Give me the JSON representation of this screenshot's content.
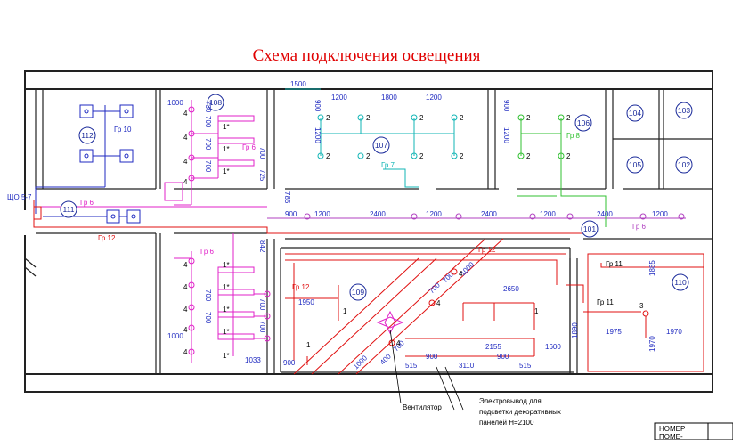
{
  "title": "Схема подключения освещения",
  "colors": {
    "blue": "#1f2ac0",
    "cyan": "#10b5b5",
    "green": "#30c030",
    "magenta": "#e020c8",
    "red": "#e01010",
    "purple": "#b040c0",
    "wall": "#222222"
  },
  "panel": {
    "label": "ЩО 5-7"
  },
  "rooms": [
    {
      "id": "room-112",
      "label": "112"
    },
    {
      "id": "room-108",
      "label": "108"
    },
    {
      "id": "room-107",
      "label": "107"
    },
    {
      "id": "room-106",
      "label": "106"
    },
    {
      "id": "room-104",
      "label": "104"
    },
    {
      "id": "room-103",
      "label": "103"
    },
    {
      "id": "room-105",
      "label": "105"
    },
    {
      "id": "room-102",
      "label": "102"
    },
    {
      "id": "room-111",
      "label": "111"
    },
    {
      "id": "room-101",
      "label": "101"
    },
    {
      "id": "room-109",
      "label": "109"
    },
    {
      "id": "room-110",
      "label": "110"
    }
  ],
  "groups": [
    {
      "id": "gr10",
      "label": "Гр 10"
    },
    {
      "id": "gr6-a",
      "label": "Гр 6"
    },
    {
      "id": "gr6-b",
      "label": "Гр 6"
    },
    {
      "id": "gr6-c",
      "label": "Гр 6"
    },
    {
      "id": "gr6-d",
      "label": "Гр 6"
    },
    {
      "id": "gr7",
      "label": "Гр 7"
    },
    {
      "id": "gr8",
      "label": "Гр 8"
    },
    {
      "id": "gr12-a",
      "label": "Гр 12"
    },
    {
      "id": "gr12-b",
      "label": "Гр 12"
    },
    {
      "id": "gr12-c",
      "label": "Гр 12"
    },
    {
      "id": "gr11-a",
      "label": "Гр 11"
    },
    {
      "id": "gr11-b",
      "label": "Гр 11"
    }
  ],
  "dimensions": {
    "d1000a": "1000",
    "d1000b": "1000",
    "d730": "730",
    "d700a": "700",
    "d700b": "700",
    "d700c": "700",
    "d700d": "700",
    "d700e": "700",
    "d700f": "700",
    "d700g": "700",
    "d700h": "700",
    "d725": "725",
    "d842": "842",
    "d785": "785",
    "d1500": "1500",
    "d1200a": "1200",
    "d1800": "1800",
    "d1200b": "1200",
    "d900a": "900",
    "d1200c": "1200",
    "d900b": "900",
    "d1200d": "1200",
    "d900c": "900",
    "d1200e": "1200",
    "d2400a": "2400",
    "d1200f": "1200",
    "d2400b": "2400",
    "d1200g": "1200",
    "d2400c": "2400",
    "d1200h": "1200",
    "d1950": "1950",
    "d2650": "2650",
    "d1885": "1885",
    "d1890": "1890",
    "d1975": "1975",
    "d1970a": "1970",
    "d1970b": "1970",
    "d1033": "1033",
    "d900d": "900",
    "d2155": "2155",
    "d1600": "1600",
    "d515a": "515",
    "d900e": "900",
    "d3110": "3110",
    "d900f": "900",
    "d515b": "515",
    "d1000c": "1000",
    "d700i": "700",
    "d400": "400",
    "d700j": "700",
    "d700k": "700",
    "d1000d": "1000"
  },
  "fixture_numbers": {
    "n2": "2",
    "n3": "3",
    "n4": "4",
    "n1": "1",
    "n1s": "1*"
  },
  "notes": {
    "ventilator": "Вентилятор",
    "electro_line1": "Электровывод для",
    "electro_line2": "подсветки декоративных",
    "electro_line3": "панелей Н=2100"
  },
  "stamp": {
    "line1": "НОМЕР",
    "line2": "ПОМЕ-"
  }
}
